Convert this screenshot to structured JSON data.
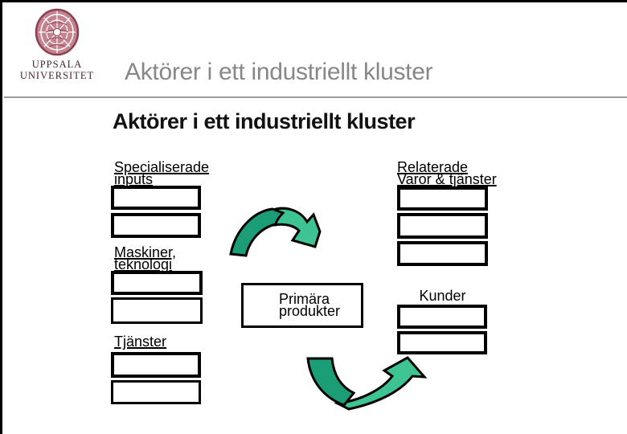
{
  "header": {
    "logo_line1": "UPPSALA",
    "logo_line2": "UNIVERSITET",
    "title": "Aktörer i ett industriellt kluster"
  },
  "slide": {
    "title": "Aktörer i ett industriellt kluster",
    "labels": {
      "specialiserade": [
        "Specialiserade",
        "inputs"
      ],
      "maskiner": [
        "Maskiner,",
        "teknologi"
      ],
      "tjanster": "Tjänster",
      "relaterade": [
        "Relaterade",
        "Varor & tjänster"
      ],
      "kunder": "Kunder",
      "primara": [
        "Primära",
        "produkter"
      ]
    },
    "empty_box_counts": {
      "specialiserade": 2,
      "maskiner": 2,
      "tjanster": 2,
      "relaterade": 3,
      "kunder": 2
    }
  },
  "colors": {
    "arrow_dark": "#1b9e78",
    "arrow_light": "#3ec493",
    "seal_ring": "#8f3e51",
    "seal_fill": "#c4848f",
    "logo_text": "#47262e",
    "header_title_gray": "#878787",
    "box_border": "#000000"
  }
}
